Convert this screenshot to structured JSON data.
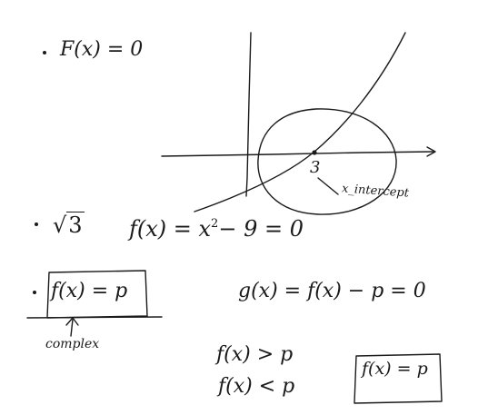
{
  "notes": {
    "fx_zero": "F(x) = 0",
    "sqrt_symbol": "√",
    "sqrt_number": "3",
    "fx_definition_lhs": "f(x) = x",
    "fx_definition_exp": "2",
    "fx_definition_rhs": "− 9  = 0",
    "fx_equals_p": "f(x) = p",
    "gx_definition": "g(x) = f(x) − p = 0",
    "complex_label": "complex",
    "fx_greater_p": "f(x) > p",
    "fx_less_p": "f(x) < p",
    "fx_equals_p_boxed": "f(x) = p",
    "root_label": "3",
    "x_intercept_label": "x_intercept"
  }
}
